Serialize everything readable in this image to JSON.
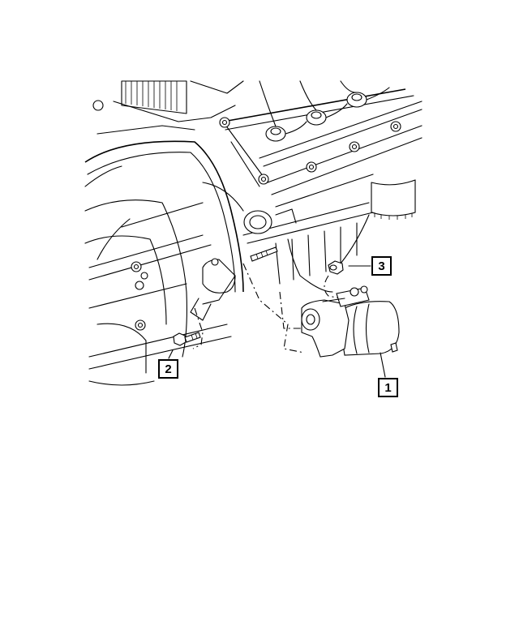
{
  "diagram": {
    "type": "exploded parts illustration",
    "subject": "engine and transmission with starter motor removal/installation",
    "colors": {
      "line": "#000000",
      "background": "#ffffff"
    },
    "callouts": [
      {
        "id": "1",
        "label": "1",
        "points_to": "starter-motor"
      },
      {
        "id": "2",
        "label": "2",
        "points_to": "starter-mounting-bolt"
      },
      {
        "id": "3",
        "label": "3",
        "points_to": "starter-mounting-nut"
      }
    ]
  }
}
